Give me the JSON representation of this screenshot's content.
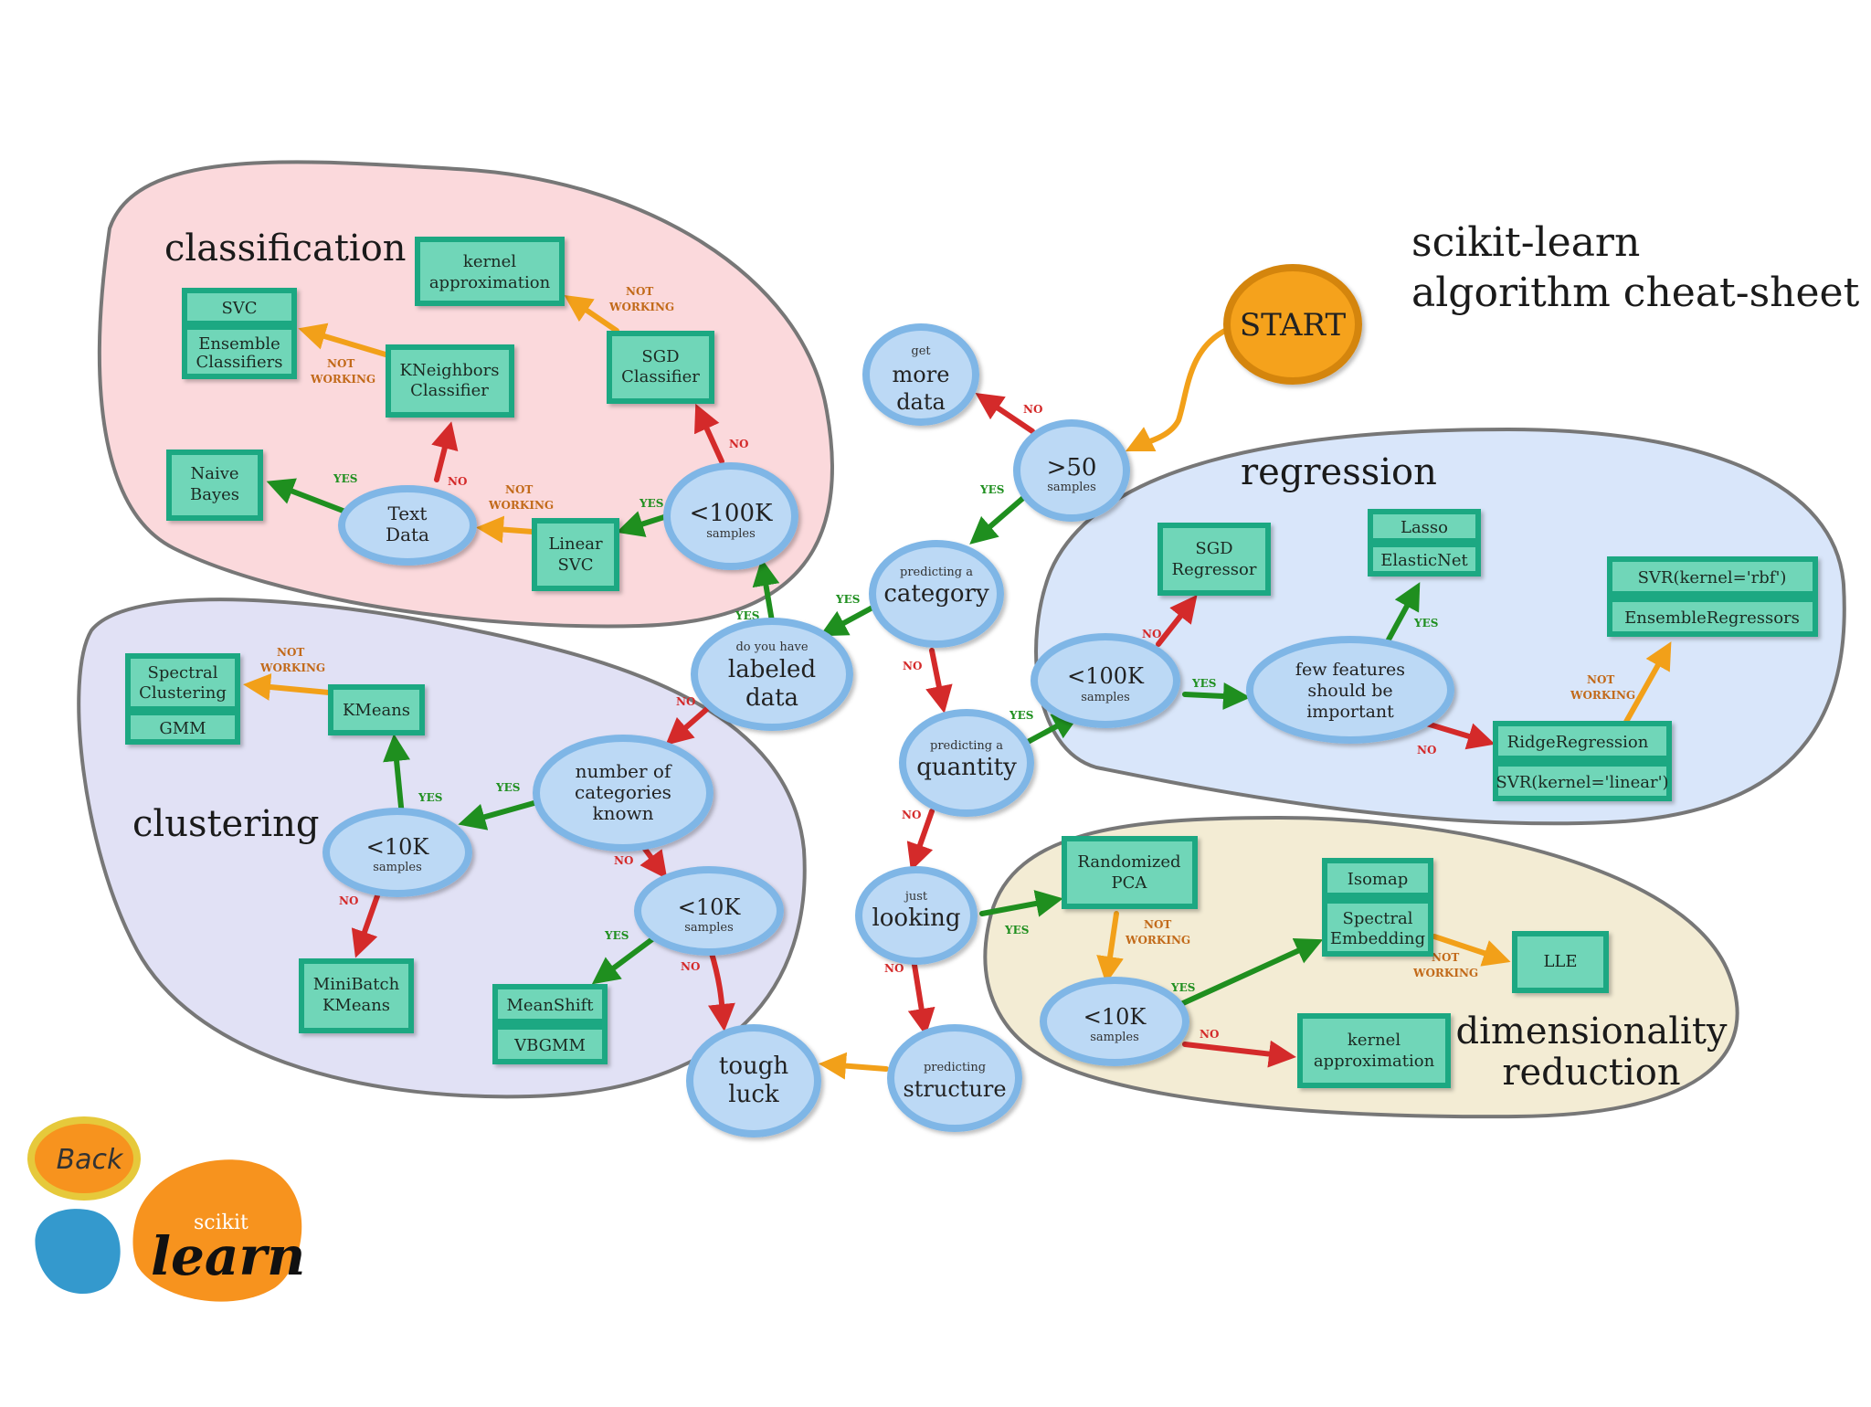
{
  "title": {
    "line1": "scikit-learn",
    "line2": "algorithm cheat-sheet"
  },
  "regions": {
    "classification": "classification",
    "clustering": "clustering",
    "regression": "regression",
    "dimensionality_1": "dimensionality",
    "dimensionality_2": "reduction"
  },
  "colors": {
    "classification_fill": "#fbd9dc",
    "clustering_fill": "#e1e1f5",
    "regression_fill": "#d9e6fa",
    "dimred_fill": "#f3ecd4",
    "node_fill": "#bcd9f5",
    "node_stroke": "#7fb6e6",
    "algo_fill": "#6fd6b8",
    "algo_stroke": "#1ea882",
    "yes": "#1f8f1f",
    "no": "#d42a2a",
    "not_working": "#f2a019",
    "start": "#f5a21c"
  },
  "edge_labels": {
    "yes": "YES",
    "no": "NO",
    "not": "NOT",
    "working": "WORKING"
  },
  "nodes": {
    "start": "START",
    "get_more_data": {
      "small": "get",
      "l1": "more",
      "l2": "data"
    },
    "gt50": {
      "big": ">50",
      "small": "samples"
    },
    "predicting_category": {
      "small": "predicting a",
      "big": "category"
    },
    "labeled_data": {
      "small": "do you have",
      "l1": "labeled",
      "l2": "data"
    },
    "predicting_quantity": {
      "small": "predicting a",
      "big": "quantity"
    },
    "just_looking": {
      "small": "just",
      "big": "looking"
    },
    "predicting_structure": {
      "small": "predicting",
      "big": "structure"
    },
    "tough_luck": {
      "l1": "tough",
      "l2": "luck"
    },
    "cls_100k": {
      "big": "<100K",
      "small": "samples"
    },
    "text_data": {
      "l1": "Text",
      "l2": "Data"
    },
    "num_categories": {
      "l1": "number of",
      "l2": "categories",
      "l3": "known"
    },
    "clu_10k_a": {
      "big": "<10K",
      "small": "samples"
    },
    "clu_10k_b": {
      "big": "<10K",
      "small": "samples"
    },
    "reg_100k": {
      "big": "<100K",
      "small": "samples"
    },
    "few_features": {
      "l1": "few features",
      "l2": "should be",
      "l3": "important"
    },
    "dim_10k": {
      "big": "<10K",
      "small": "samples"
    }
  },
  "algorithms": {
    "kernel_approx_cls": {
      "l1": "kernel",
      "l2": "approximation"
    },
    "svc": "SVC",
    "ensemble_classifiers": {
      "l1": "Ensemble",
      "l2": "Classifiers"
    },
    "kneighbors": {
      "l1": "KNeighbors",
      "l2": "Classifier"
    },
    "sgd_classifier": {
      "l1": "SGD",
      "l2": "Classifier"
    },
    "naive_bayes": {
      "l1": "Naive",
      "l2": "Bayes"
    },
    "linear_svc": {
      "l1": "Linear",
      "l2": "SVC"
    },
    "spectral_clustering": {
      "l1": "Spectral",
      "l2": "Clustering"
    },
    "gmm": "GMM",
    "kmeans": "KMeans",
    "minibatch_kmeans": {
      "l1": "MiniBatch",
      "l2": "KMeans"
    },
    "meanshift": "MeanShift",
    "vbgmm": "VBGMM",
    "sgd_regressor": {
      "l1": "SGD",
      "l2": "Regressor"
    },
    "lasso": "Lasso",
    "elasticnet": "ElasticNet",
    "svr_rbf": "SVR(kernel='rbf')",
    "ensemble_regressors": "EnsembleRegressors",
    "ridge_regression": "RidgeRegression",
    "svr_linear": "SVR(kernel='linear')",
    "randomized_pca": {
      "l1": "Randomized",
      "l2": "PCA"
    },
    "isomap": "Isomap",
    "spectral_embedding": {
      "l1": "Spectral",
      "l2": "Embedding"
    },
    "lle": "LLE",
    "kernel_approx_dim": {
      "l1": "kernel",
      "l2": "approximation"
    }
  },
  "logo": {
    "back": "Back",
    "scikit": "scikit",
    "learn": "learn",
    "blue": "#3499cd",
    "orange": "#f7931e"
  }
}
